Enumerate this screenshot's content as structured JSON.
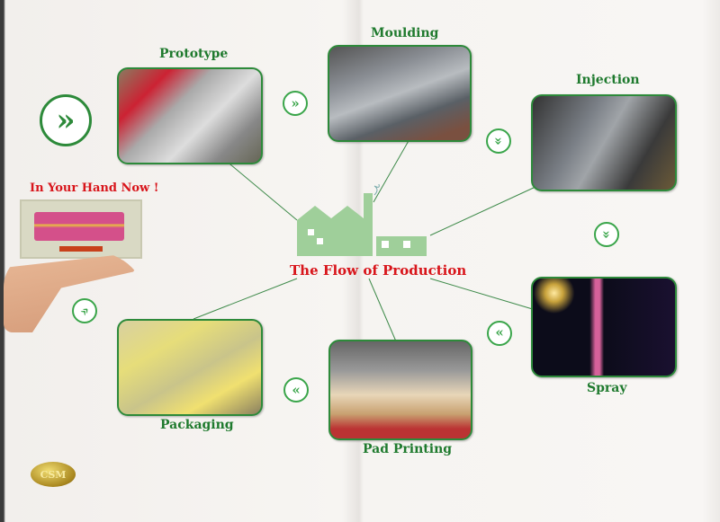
{
  "title": {
    "part1": "The Flow of",
    "part2": "Production"
  },
  "steps": [
    {
      "label": "Prototype"
    },
    {
      "label": "Moulding"
    },
    {
      "label": "Injection"
    },
    {
      "label": "Spray"
    },
    {
      "label": "Pad Printing"
    },
    {
      "label": "Packaging"
    }
  ],
  "hand_caption": "In Your Hand Now !",
  "logo_text": "CSM",
  "colors": {
    "green": "#2d8a3a",
    "red": "#d8151b"
  }
}
